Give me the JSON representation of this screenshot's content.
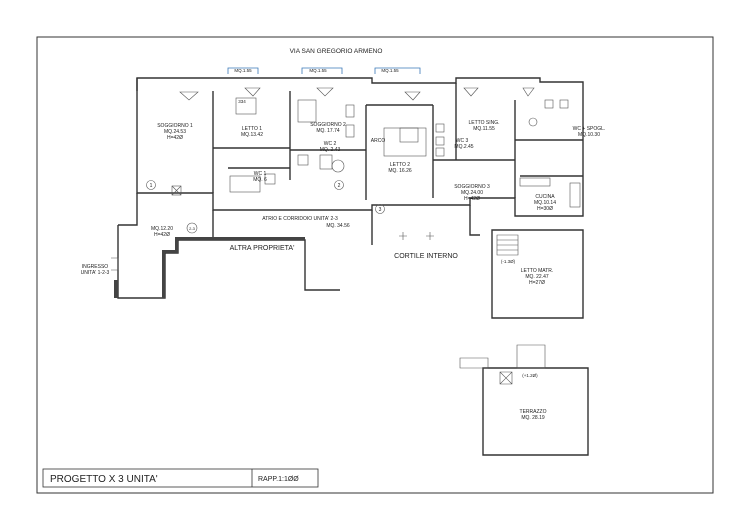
{
  "street": "VIA SAN GREGORIO ARMENO",
  "windows": [
    "MQ.1.55",
    "MQ.1.55",
    "MQ.1.55"
  ],
  "dimension_334": "334",
  "rooms": [
    {
      "name": "SOGGIORNO 1",
      "area": "MQ.24.53",
      "height": "H=42Ø"
    },
    {
      "name": "LETTO 1",
      "area": "MQ.13.42"
    },
    {
      "name": "SOGGIORNO 2",
      "area": "MQ. 17.74"
    },
    {
      "name": "WC 2",
      "area": "MQ. 2.43"
    },
    {
      "name": "WC 1",
      "area": "MQ. 6"
    },
    {
      "name": "ARCO"
    },
    {
      "name": "LETTO 2",
      "area": "MQ. 16.26"
    },
    {
      "name": "WC 3",
      "area": "MQ.2.45"
    },
    {
      "name": "LETTO SING.",
      "area": "MQ.11.55"
    },
    {
      "name": "WC + SPOGL.",
      "area": "MQ.10.30"
    },
    {
      "name": "SOGGIORNO 3",
      "area": "MQ.24.00",
      "height": "H=42Ø"
    },
    {
      "name": "CUCINA",
      "area": "MQ.10.14",
      "height": "H=30Ø"
    },
    {
      "name": "MQ.12.20",
      "area": "H=42Ø"
    },
    {
      "name": "ATRIO E CORRIDOIO UNITA' 2-3",
      "area": "MQ. 34.56"
    },
    {
      "name": "ALTRA PROPRIETA'"
    },
    {
      "name": "INGRESSO",
      "area": "UNITA' 1-2-3"
    },
    {
      "name": "CORTILE INTERNO"
    },
    {
      "name": "LETTO MATR.",
      "area": "MQ. 22.47",
      "height": "H=27Ø"
    },
    {
      "name": "TERRAZZO",
      "area": "MQ. 28.19"
    }
  ],
  "markers": [
    "1",
    "2",
    "3",
    "2-3"
  ],
  "levels": [
    "(-1.3Ø)",
    "(+1.2Ø)"
  ],
  "title_block": {
    "project": "PROGETTO X 3 UNITA'",
    "scale": "RAPP.1:1ØØ"
  }
}
